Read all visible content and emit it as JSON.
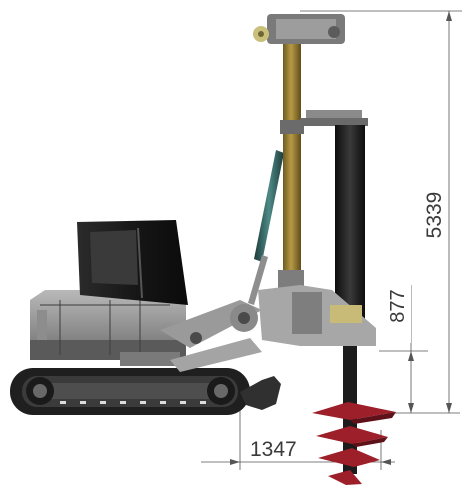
{
  "drawing": {
    "dimensions": {
      "total_height": "5339",
      "auger_depth": "877",
      "offset_width": "1347"
    }
  }
}
